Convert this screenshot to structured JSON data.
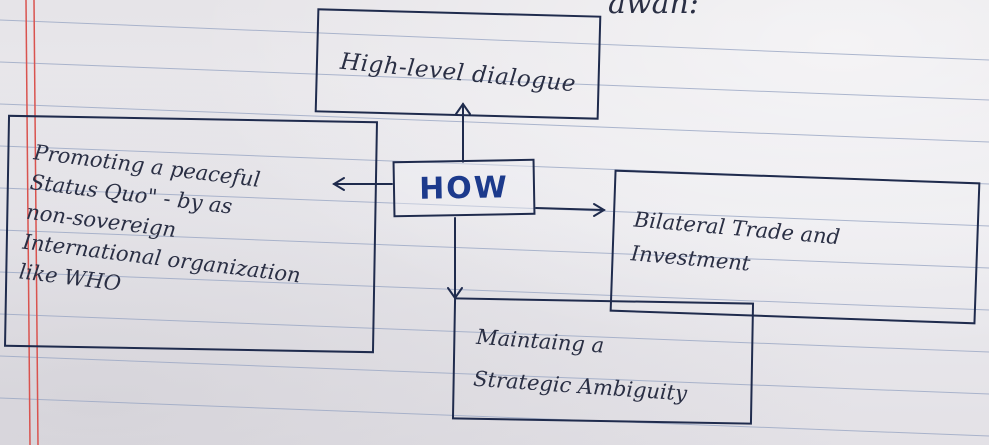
{
  "heading_fragment": "awan:",
  "diagram": {
    "center": "HOW",
    "top": "High-level dialogue",
    "left": "Promoting a peaceful\nStatus Quo\" - by as\nnon-sovereign\nInternational organization\nlike WHO",
    "right": "Bilateral Trade and\nInvestment",
    "bottom": "Maintaing a\nStrategic Ambiguity"
  },
  "colors": {
    "ink": "#1f2b4d",
    "center_text": "#1c3a8c",
    "margin_red": "#d9534f",
    "ruling_blue": "#9aa7c4"
  }
}
